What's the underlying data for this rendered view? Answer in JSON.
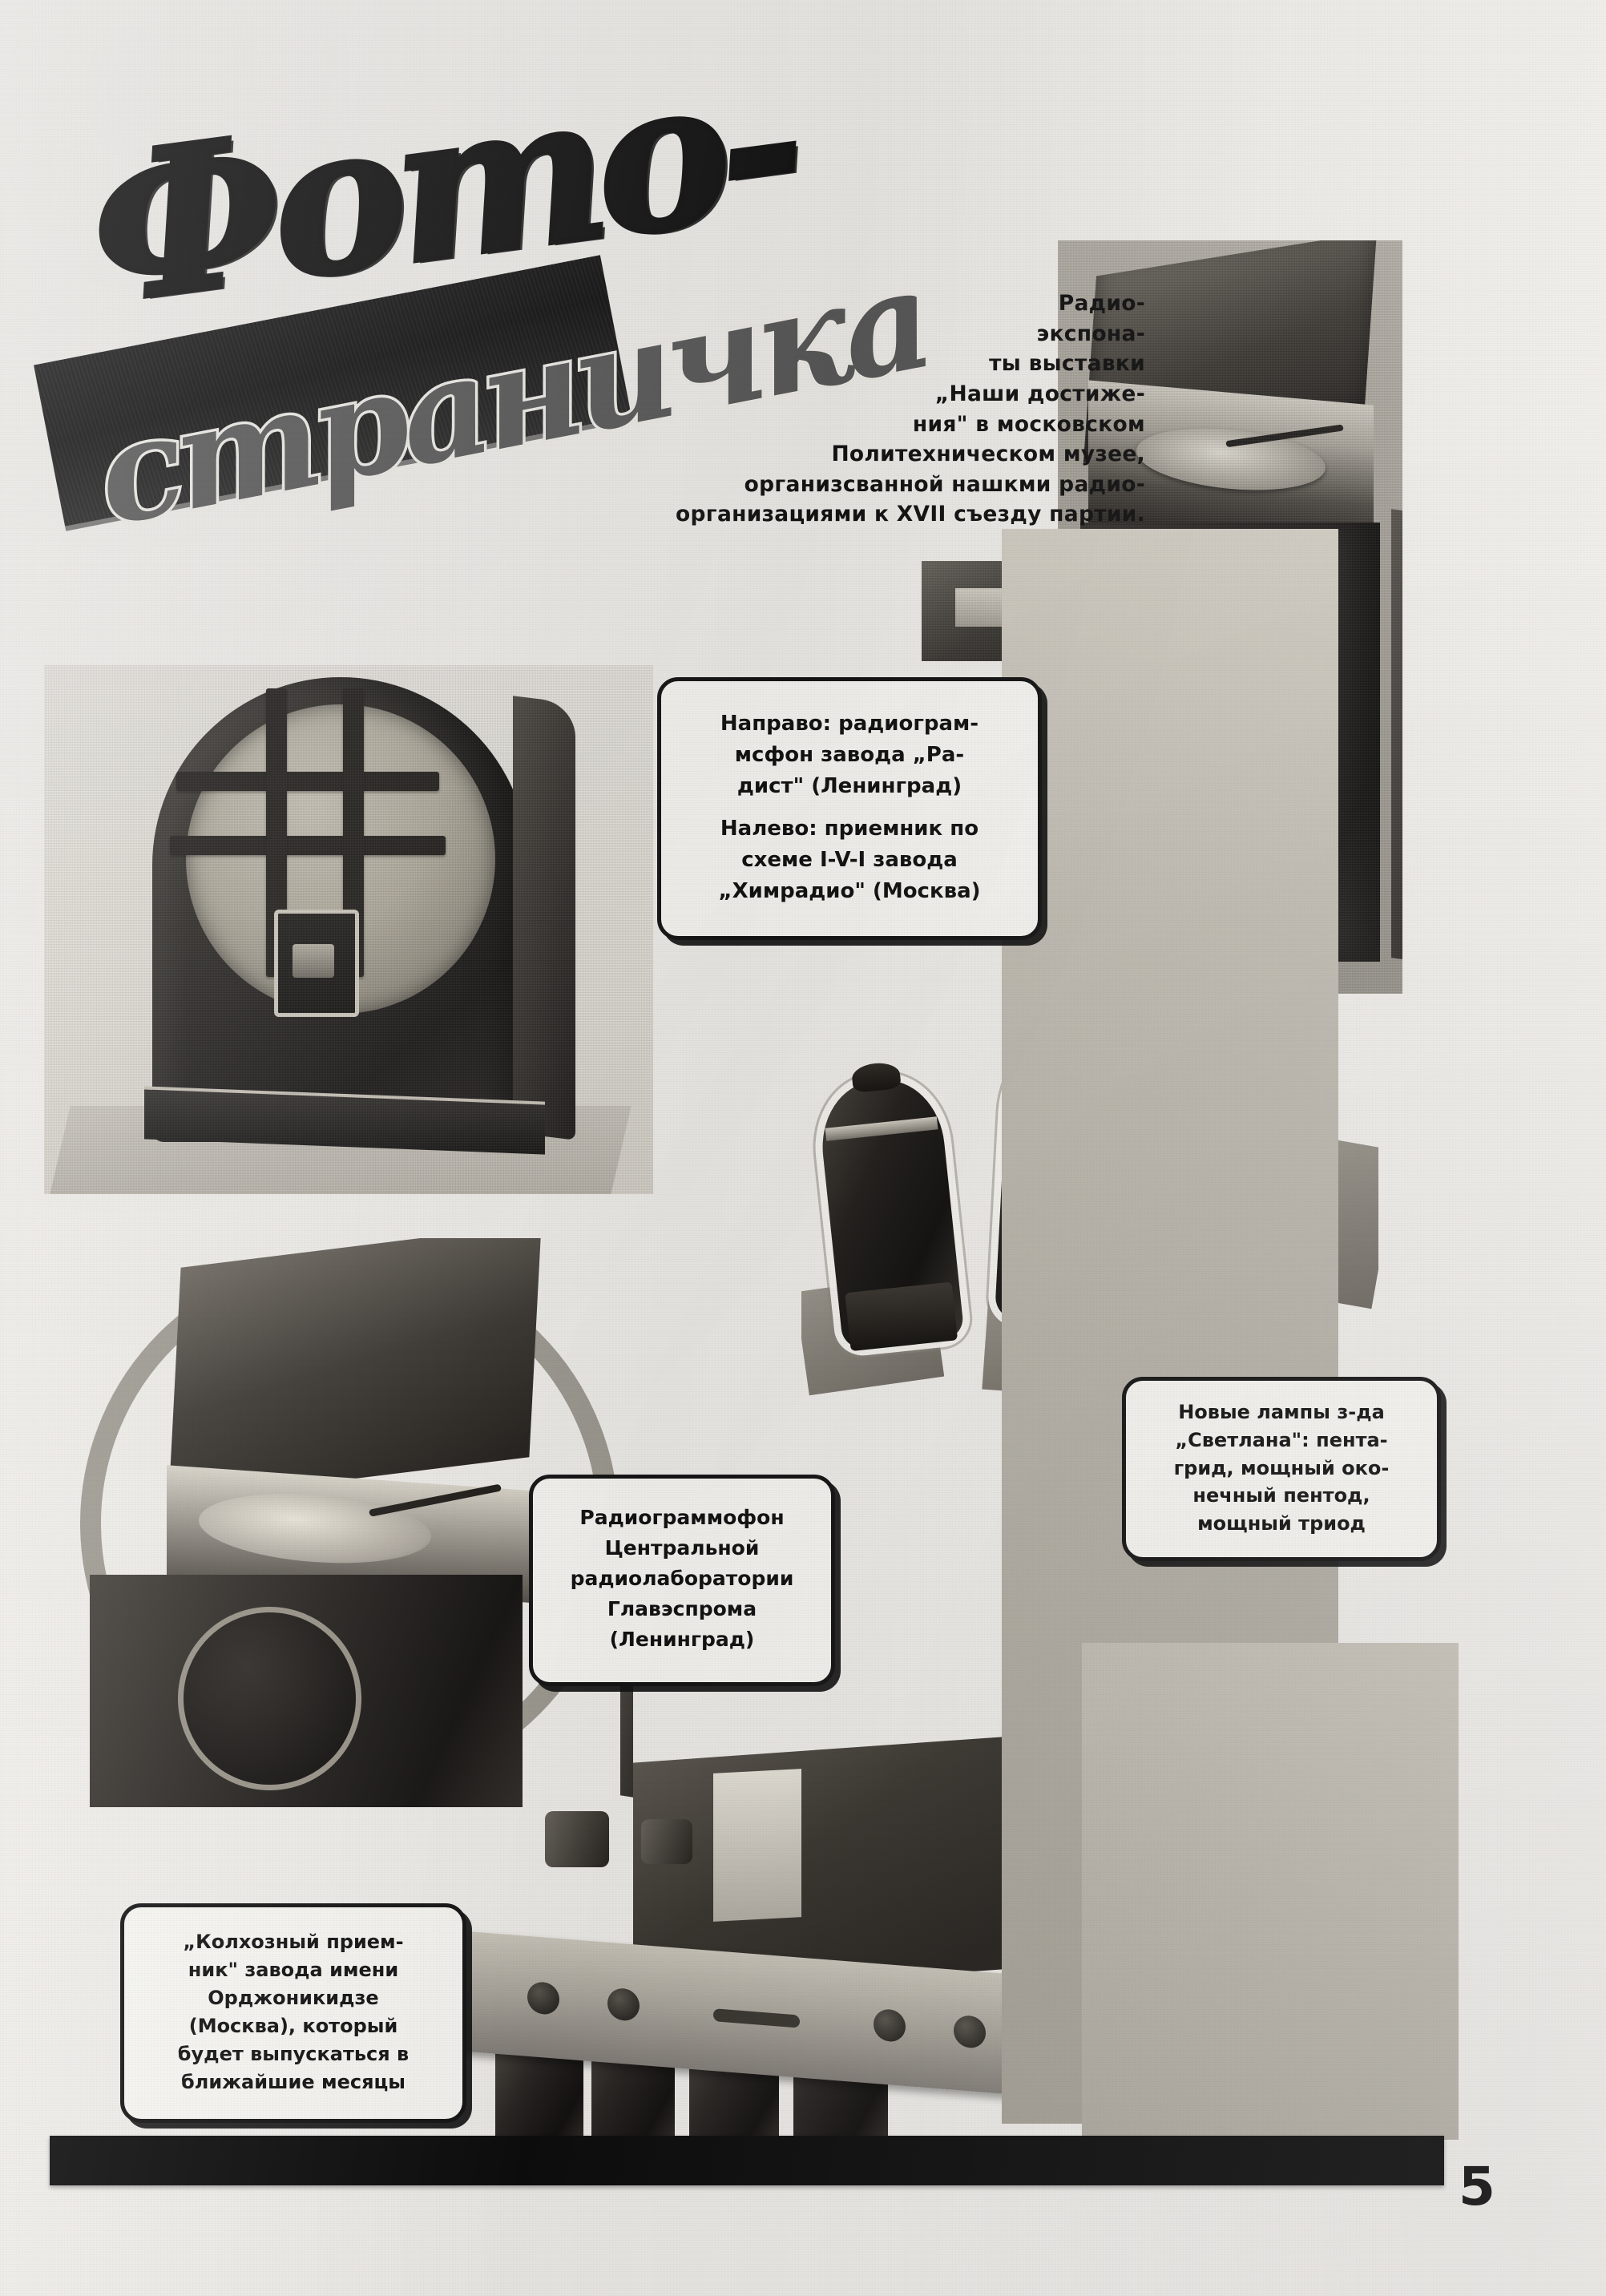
{
  "page": {
    "number": "5",
    "masthead": {
      "word1": "Фото-",
      "word2": "страничка"
    },
    "header_caption": {
      "lines": [
        "Радио-",
        "экспона-",
        "ты выставки",
        "„Наши достиже-",
        "ния\" в московском",
        "Политехническом музее,",
        "организсванной нашкми радио-",
        "организациями к XVII съезду партии."
      ]
    },
    "captions": {
      "radist": {
        "name": "radist-caption",
        "paragraphs": [
          [
            "Направо:  радиограм-",
            "мсфон завода „Ра-",
            "дист\" (Ленинград)"
          ],
          [
            "Налево: приемник по",
            "схеме I-V-I завода",
            "„Химрадио\" (Москва)"
          ]
        ]
      },
      "svetlana": {
        "name": "svetlana-caption",
        "paragraphs": [
          [
            "Новые лампы з-да",
            "„Светлана\": пента-",
            "грид, мощный око-",
            "нечный  пентод,",
            "мощный  триод"
          ]
        ]
      },
      "central_lab": {
        "name": "central-lab-caption",
        "paragraphs": [
          [
            "Радиограммофон",
            "Центральной",
            "радиолаборатории",
            "Главэспрома",
            "(Ленинград)"
          ]
        ]
      },
      "kolkhoz": {
        "name": "kolkhoz-caption",
        "paragraphs": [
          [
            "„Колхозный   прием-",
            "ник\" завода  имени",
            "Орджоникидзе",
            "(Москва), который",
            "будет  выпускаться в",
            "ближайшие   месяцы"
          ]
        ]
      }
    },
    "photos": {
      "cathedral_radio": "receiver-photo",
      "radiogram_cabinet": "radiogram-cabinet-photo",
      "radiogram_inset": "radiogram-inset-photo",
      "tubes": "vacuum-tubes-photo",
      "circle_radiogram": "central-lab-radiogram-photo",
      "chassis": "kolkhoz-receiver-chassis-photo"
    },
    "colors": {
      "paper": "#f3f1ed",
      "ink": "#121212",
      "bubble_fill": "#fbfaf6",
      "gray_panel": "#bdb8ae"
    }
  }
}
